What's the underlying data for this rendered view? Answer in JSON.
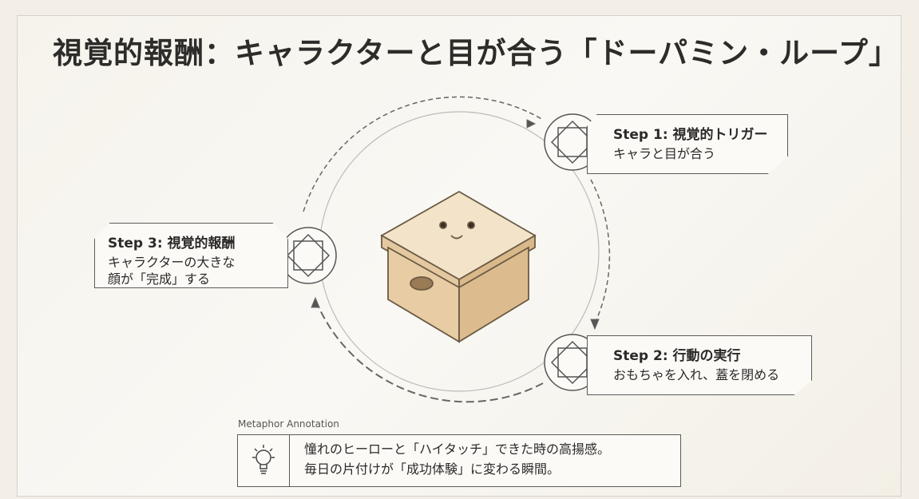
{
  "title": "視覚的報酬：キャラクターと目が合う「ドーパミン・ループ」",
  "steps": [
    {
      "heading": "Step 1: 視覚的トリガー",
      "desc": "キャラと目が合う"
    },
    {
      "heading": "Step 2: 行動の実行",
      "desc": "おもちゃを入れ、蓋を閉める"
    },
    {
      "heading": "Step 3: 視覚的報酬",
      "desc_line1": "キャラクターの大きな",
      "desc_line2": "顔が「完成」する"
    }
  ],
  "annotation": {
    "label": "Metaphor Annotation",
    "line1": "憧れのヒーローと「ハイタッチ」できた時の高揚感。",
    "line2": "毎日の片付けが「成功体験」に変わる瞬間。"
  }
}
